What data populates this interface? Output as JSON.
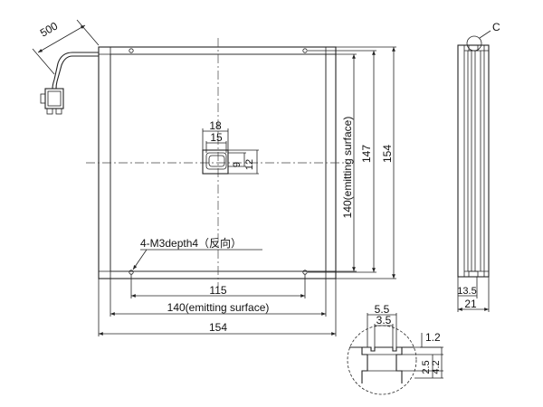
{
  "annotations": {
    "cable_length": "500",
    "inner_width_18": "18",
    "inner_width_15": "15",
    "inner_height_9": "9",
    "inner_height_12": "12",
    "mount_hole_note": "4-M3depth4（反向）",
    "hole_pitch_h": "115",
    "emit_width": "140(emitting surface)",
    "total_width": "154",
    "emit_height": "140(emitting surface)",
    "hole_pitch_v": "147",
    "total_height": "154",
    "detail_label": "C",
    "side_13_5": "13.5",
    "side_21": "21",
    "detail_5_5": "5.5",
    "detail_3_5": "3.5",
    "detail_1_2": "1.2",
    "detail_2_5": "2.5",
    "detail_4_2": "4.2"
  }
}
